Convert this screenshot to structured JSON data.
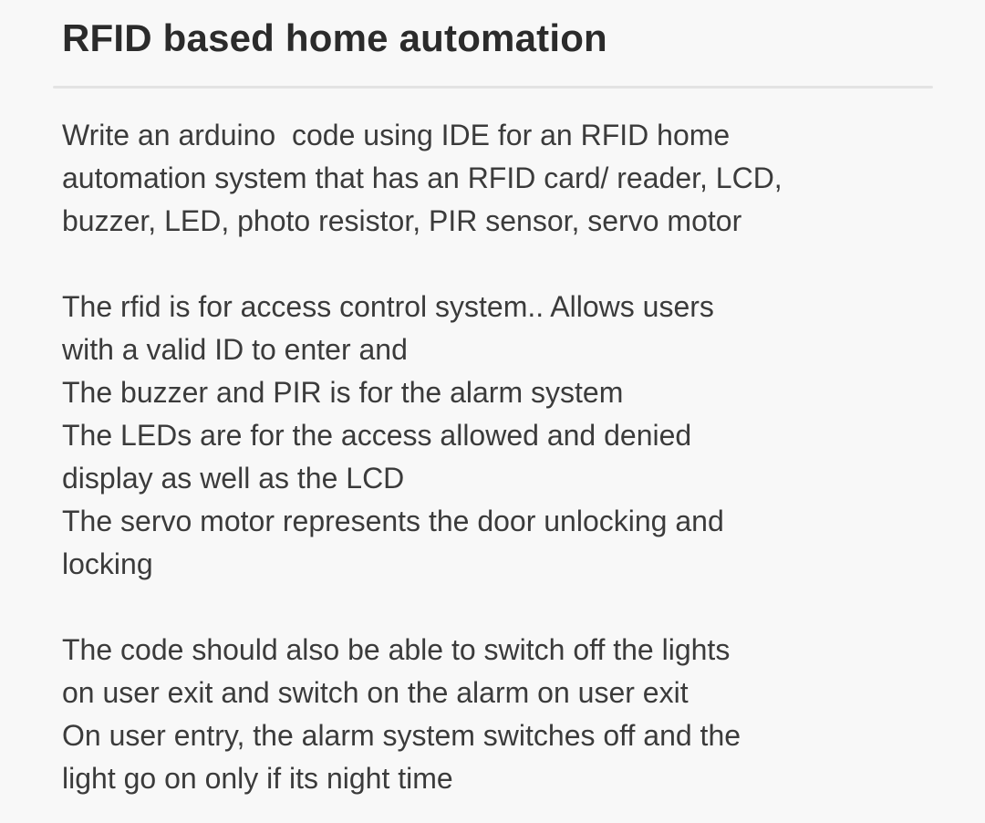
{
  "page": {
    "background_color": "#f8f8f8",
    "title": "RFID based home automation",
    "title_color": "#2b2b2b",
    "text_color": "#3b3b3b",
    "divider_color": "#e3e3e3"
  },
  "question": {
    "paragraphs": [
      {
        "lines": [
          "Write an arduino  code using IDE for an RFID home",
          "automation system that has an RFID card/ reader, LCD,",
          "buzzer, LED, photo resistor, PIR sensor, servo motor"
        ]
      },
      {
        "lines": [
          "The rfid is for access control system.. Allows users",
          "with a valid ID to enter and",
          "The buzzer and PIR is for the alarm system",
          "The LEDs are for the access allowed and denied",
          "display as well as the LCD",
          "The servo motor represents the door unlocking and",
          "locking"
        ]
      },
      {
        "lines": [
          "The code should also be able to switch off the lights",
          "on user exit and switch on the alarm on user exit",
          "On user entry, the alarm system switches off and the",
          "light go on only if its night time"
        ]
      }
    ]
  }
}
